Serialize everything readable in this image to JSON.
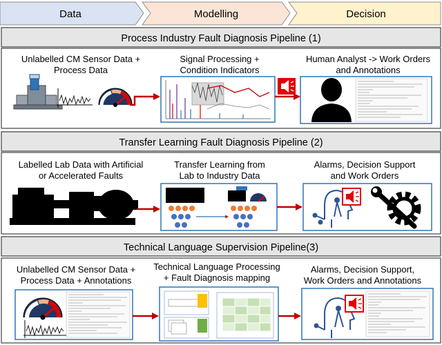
{
  "stages": [
    {
      "label": "Data",
      "color": "#dae3f3"
    },
    {
      "label": "Modelling",
      "color": "#fbe5d6"
    },
    {
      "label": "Decision",
      "color": "#fff2cc"
    }
  ],
  "pipelines": [
    {
      "title": "Process Industry Fault Diagnosis Pipeline (1)",
      "data_caption": [
        "Unlabelled CM Sensor Data +",
        "Process Data"
      ],
      "model_caption": [
        "Signal Processing +",
        "Condition Indicators"
      ],
      "decision_caption": [
        "Human Analyst -> Work Orders",
        "and Annotations"
      ]
    },
    {
      "title": "Transfer Learning Fault Diagnosis Pipeline (2)",
      "data_caption": [
        "Labelled Lab Data with Artificial",
        "or Accelerated Faults"
      ],
      "model_caption": [
        "Transfer Learning from",
        "Lab to Industry Data"
      ],
      "decision_caption": [
        "Alarms, Decision Support",
        "and Work Orders"
      ]
    },
    {
      "title": "Technical Language Supervision Pipeline(3)",
      "data_caption": [
        "Unlabelled CM Sensor Data +",
        "Process Data + Annotations"
      ],
      "model_caption": [
        "Technical Language Processing",
        "+ Fault Diagnosis mapping"
      ],
      "decision_caption": [
        "Alarms, Decision Support,",
        "Work Orders and Annotations"
      ]
    }
  ],
  "colors": {
    "panel_bg": "#e7e6e6",
    "panel_border": "#404040",
    "box_border": "#2e75b6",
    "arrow": "#c00000",
    "alarm_red": "#e00000",
    "icon_blue": "#2e5597"
  },
  "icons": [
    "machine-image",
    "gauge-icon",
    "spectrum-plot",
    "speaker-alarm-icon",
    "person-icon",
    "document-icon",
    "neural-head-icon",
    "wrench-gear-icon",
    "network-diagram"
  ]
}
